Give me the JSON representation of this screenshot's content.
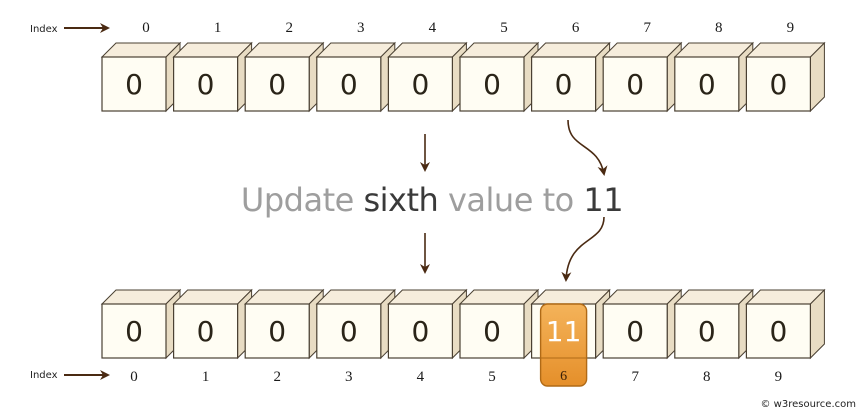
{
  "index_label": "Index",
  "top_row": {
    "indices": [
      "0",
      "1",
      "2",
      "3",
      "4",
      "5",
      "6",
      "7",
      "8",
      "9"
    ],
    "values": [
      "0",
      "0",
      "0",
      "0",
      "0",
      "0",
      "0",
      "0",
      "0",
      "0"
    ]
  },
  "bottom_row": {
    "indices": [
      "0",
      "1",
      "2",
      "3",
      "4",
      "5",
      "6",
      "7",
      "8",
      "9"
    ],
    "values": [
      "0",
      "0",
      "0",
      "0",
      "0",
      "0",
      "11",
      "0",
      "0",
      "0"
    ],
    "highlight_index": 6,
    "highlight_value": "11",
    "highlight_index_label": "6"
  },
  "headline": {
    "part1": "Update ",
    "part2": "sixth",
    "part3": " value to ",
    "part4": "11"
  },
  "credit": "© w3resource.com",
  "colors": {
    "cube_face": "#fffdf3",
    "cube_top": "#f6eddc",
    "cube_side": "#e8dcc3",
    "cube_stroke": "#4a4032",
    "arrow": "#4a2a12",
    "highlight": "#f0a241",
    "highlight_stroke": "#b06a16"
  }
}
